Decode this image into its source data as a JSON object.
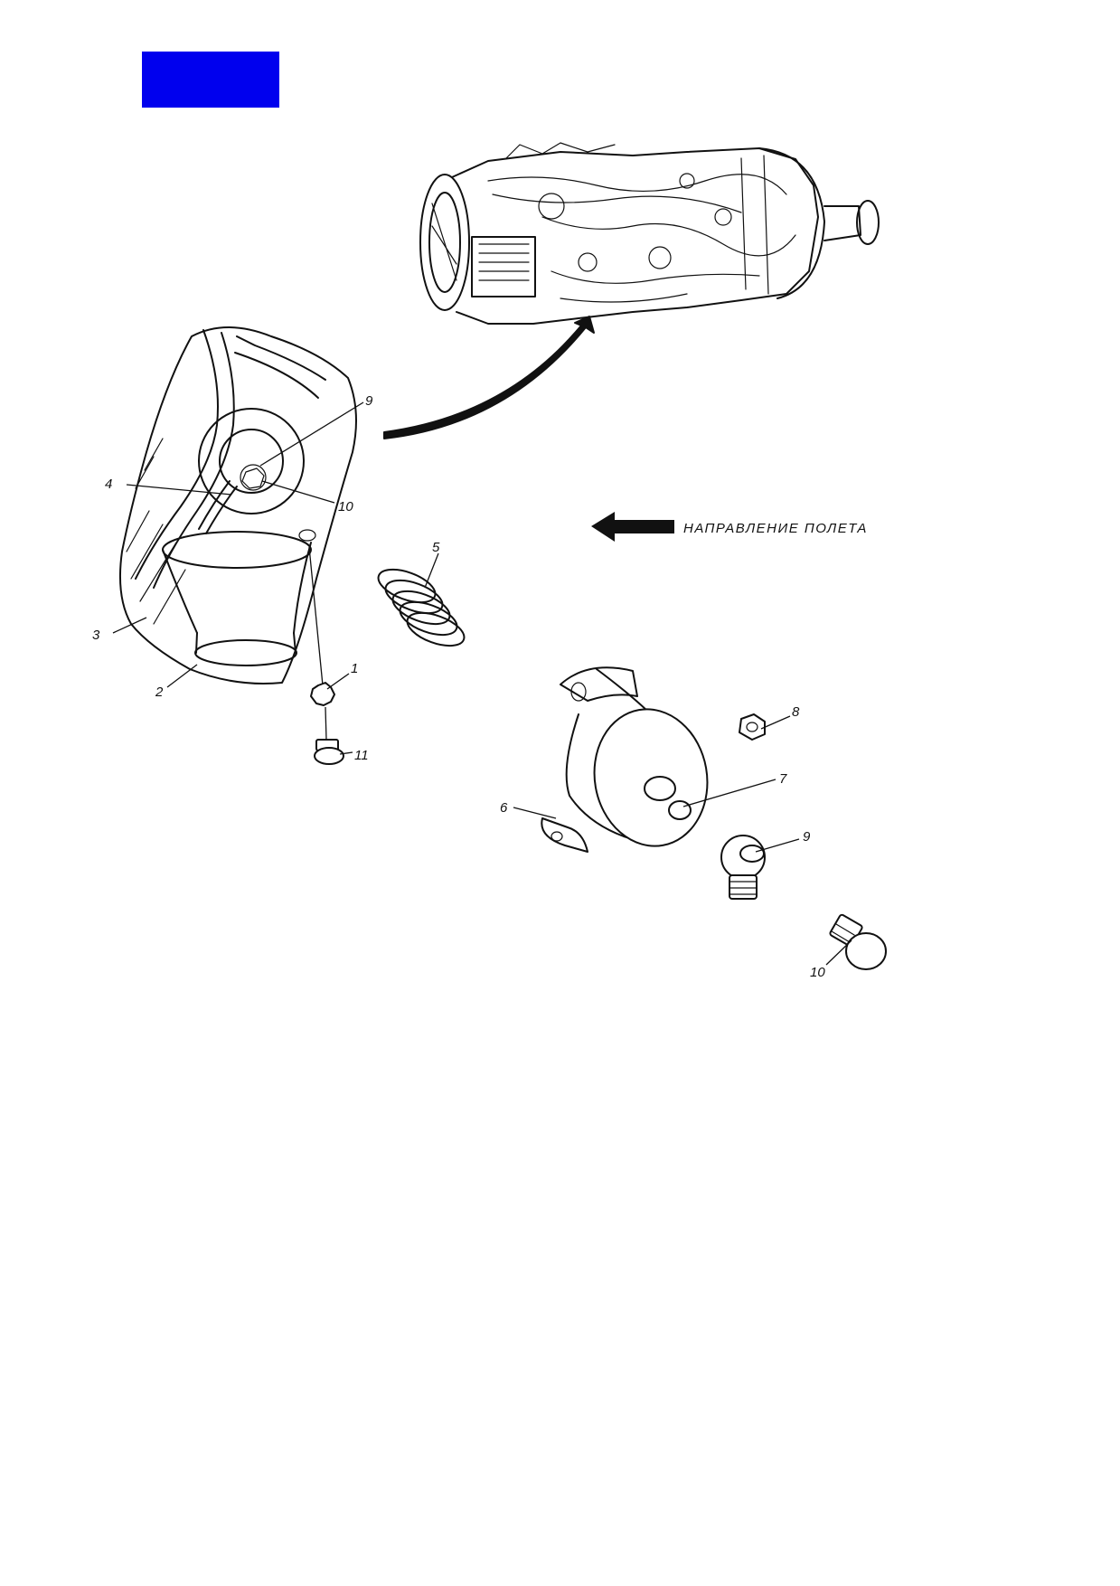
{
  "header": {
    "block_color": "#0000ee"
  },
  "caption": {
    "flight_direction": "НАПРАВЛЕНИЕ ПОЛЕТА",
    "arrow_icon": "left-arrow-icon"
  },
  "callouts": {
    "c1": "1",
    "c2": "2",
    "c3": "3",
    "c4": "4",
    "c5": "5",
    "c6": "6",
    "c7": "7",
    "c8": "8",
    "c9a": "9",
    "c9b": "9",
    "c10a": "10",
    "c10b": "10",
    "c11": "11"
  },
  "colors": {
    "ink": "#111111",
    "paper": "#ffffff"
  }
}
